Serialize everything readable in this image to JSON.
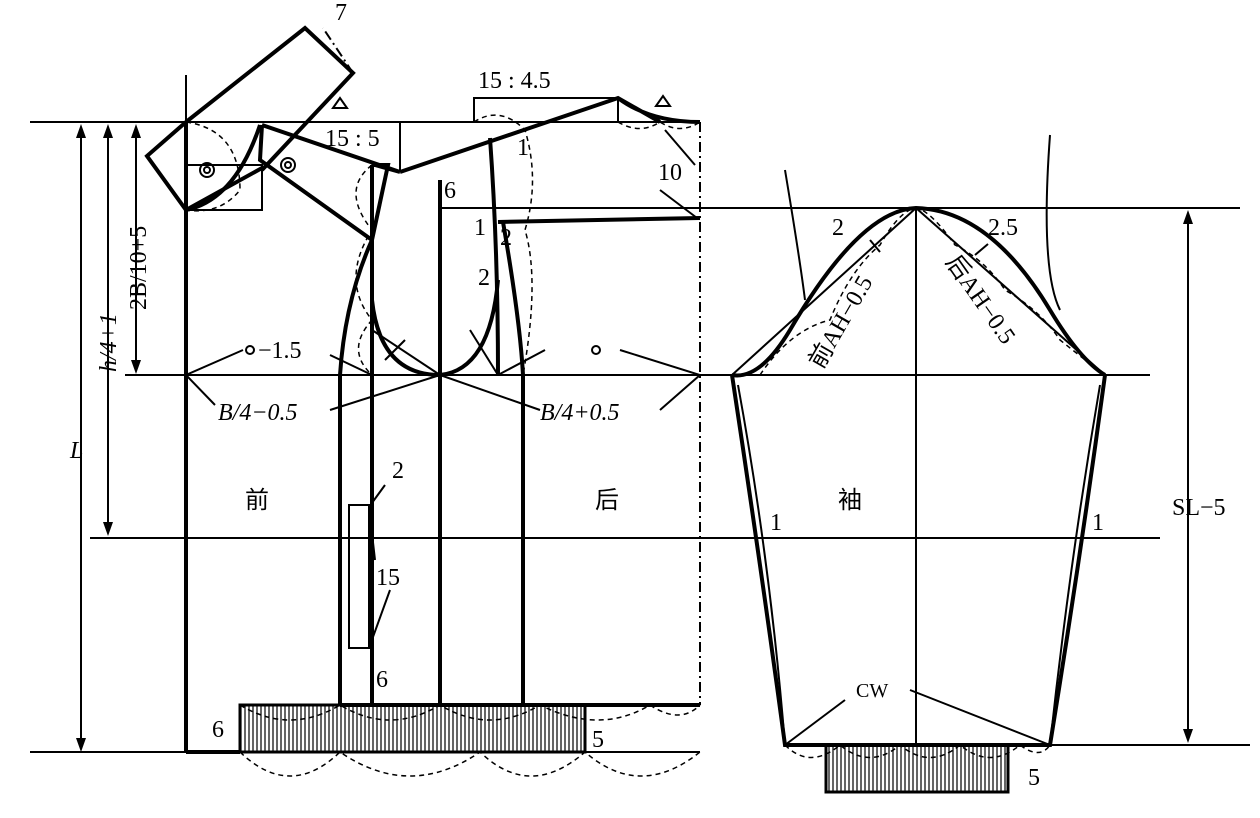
{
  "labels": {
    "collar_7": "7",
    "shoulder_front_ratio": "15 : 5",
    "shoulder_back_ratio": "15 : 4.5",
    "back_neck_10": "10",
    "back_6": "6",
    "back_1a": "1",
    "back_1b": "1",
    "back_2a": "2",
    "back_2b": "2",
    "armhole_minus": "−1.5",
    "front_width": "B/4−0.5",
    "back_width": "B/4+0.5",
    "length_L": "L",
    "waist_h": "h/4+1",
    "armhole_depth": "2B/10+5",
    "front": "前",
    "back": "后",
    "sleeve": "袖",
    "pocket_2": "2",
    "pocket_15": "15",
    "placket_6": "6",
    "hem_6": "6",
    "hem_5": "5",
    "sleeve_2": "2",
    "sleeve_25": "2.5",
    "front_ah": "前AH−0.5",
    "back_ah": "后AH−0.5",
    "sleeve_1_left": "1",
    "sleeve_1_right": "1",
    "sleeve_length": "SL−5",
    "cuff_width": "CW",
    "cuff_5": "5"
  }
}
